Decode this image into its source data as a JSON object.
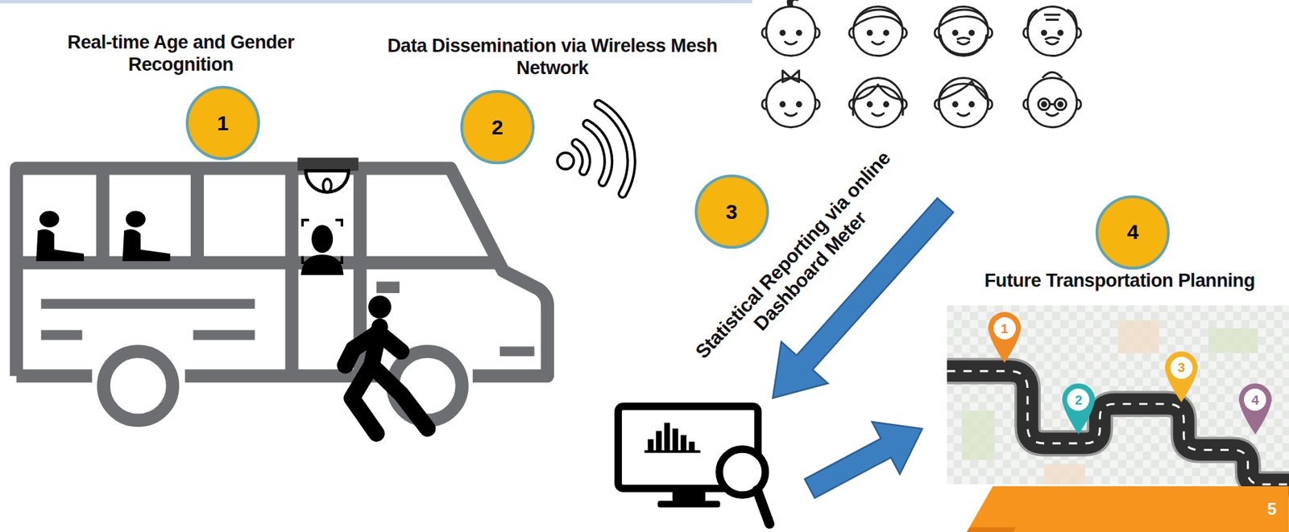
{
  "diagram": {
    "nodes": [
      {
        "text": [
          "1"
        ]
      },
      {
        "text": [
          "2"
        ]
      },
      {
        "text": [
          "3"
        ]
      },
      {
        "text": [
          "4"
        ]
      },
      {
        "text": [
          "1"
        ]
      },
      {
        "text": [
          "2"
        ]
      },
      {
        "text": [
          "3"
        ]
      },
      {
        "text": [
          "4"
        ]
      },
      {
        "text": [
          "5"
        ]
      }
    ],
    "labels": [
      "Real-time Age and Gender Recognition",
      "Data Dissemination via Wireless Mesh Network",
      "Statistical Reporting via online Dashboard Meter",
      "Future Transportation Planning"
    ]
  }
}
